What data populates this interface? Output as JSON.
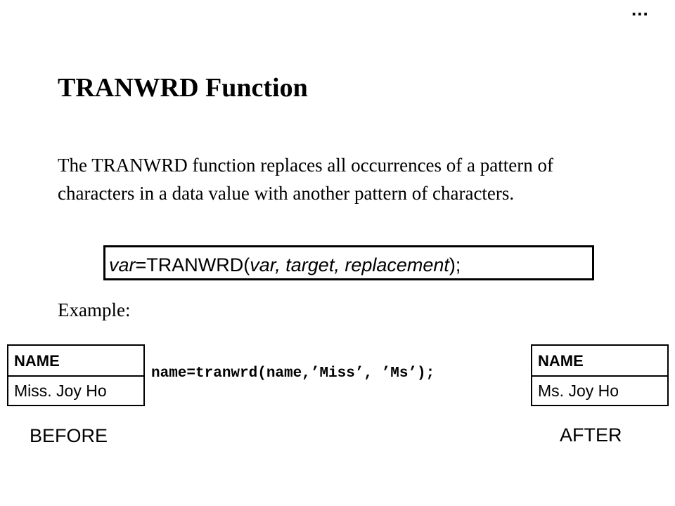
{
  "slide": {
    "continuation_marker": "...",
    "title": "TRANWRD Function",
    "description": "The TRANWRD function replaces all occurrences of a pattern of characters in a data value with another pattern of characters.",
    "syntax": {
      "var1": "var",
      "eq_func": "=TRANWRD(",
      "args": "var, target, replacement",
      "close": ");"
    },
    "example_label": "Example:",
    "before": {
      "header": "NAME",
      "value": "Miss. Joy Ho",
      "caption": "BEFORE"
    },
    "code": "name=tranwrd(name,’Miss’, ’Ms’);",
    "after": {
      "header": "NAME",
      "value": "Ms. Joy Ho",
      "caption": "AFTER"
    }
  }
}
